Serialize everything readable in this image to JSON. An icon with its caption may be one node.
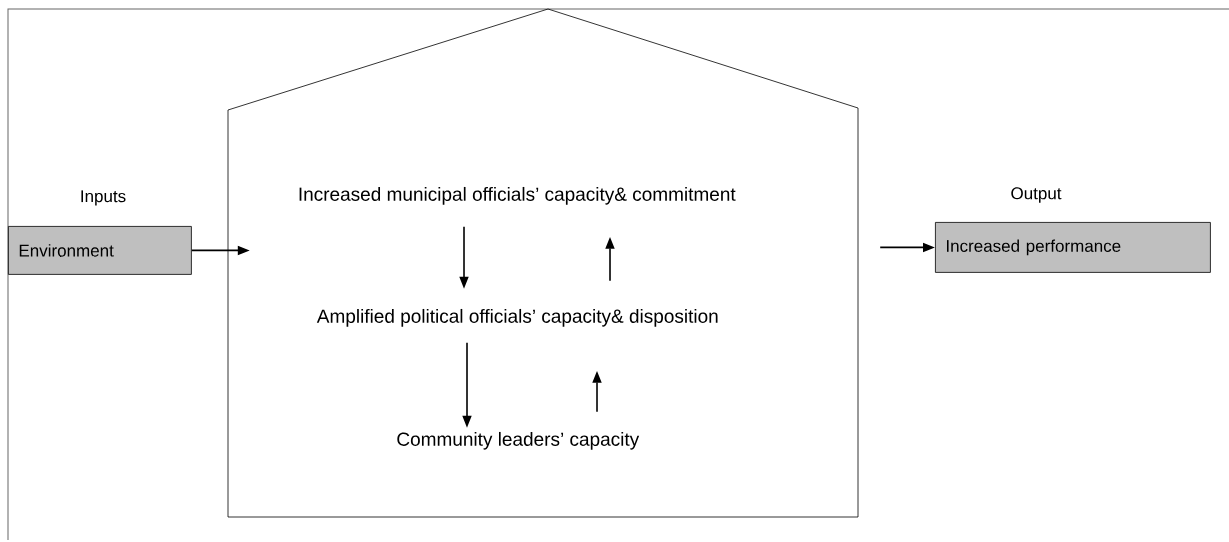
{
  "diagram": {
    "nodes": [
      {
        "text": [
          "Inputs",
          "Environment"
        ]
      },
      {
        "text": [],
        "shape": "house"
      },
      {
        "text": [
          "Increased municipal officials’ capacity& commitment"
        ],
        "in": 1
      },
      {
        "text": [
          "Amplified political officials’ capacity& disposition"
        ],
        "in": 1
      },
      {
        "text": [
          "Community leaders’ capacity"
        ],
        "in": 1
      },
      {
        "text": [
          "Output",
          "Increased performance"
        ]
      }
    ],
    "edges": [
      {
        "from": 0,
        "to": 1,
        "arrow": "to"
      },
      {
        "from": 1,
        "to": 5,
        "arrow": "to"
      },
      {
        "from": 2,
        "to": 3,
        "arrow": "to"
      },
      {
        "from": 3,
        "to": 2,
        "arrow": "to"
      },
      {
        "from": 3,
        "to": 4,
        "arrow": "to"
      },
      {
        "from": 4,
        "to": 3,
        "arrow": "to"
      }
    ]
  }
}
